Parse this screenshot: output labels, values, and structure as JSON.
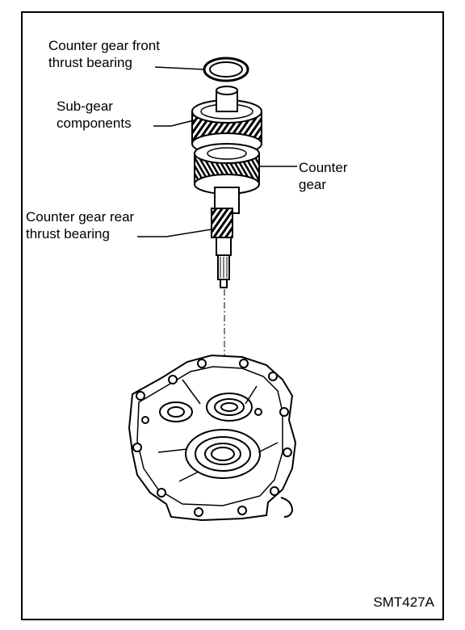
{
  "labels": {
    "front_bearing": [
      "Counter gear front",
      "thrust bearing"
    ],
    "sub_gear": [
      "Sub-gear",
      "components"
    ],
    "counter_gear": [
      "Counter",
      "gear"
    ],
    "rear_bearing": [
      "Counter gear rear",
      "thrust bearing"
    ]
  },
  "figure_code": "SMT427A"
}
